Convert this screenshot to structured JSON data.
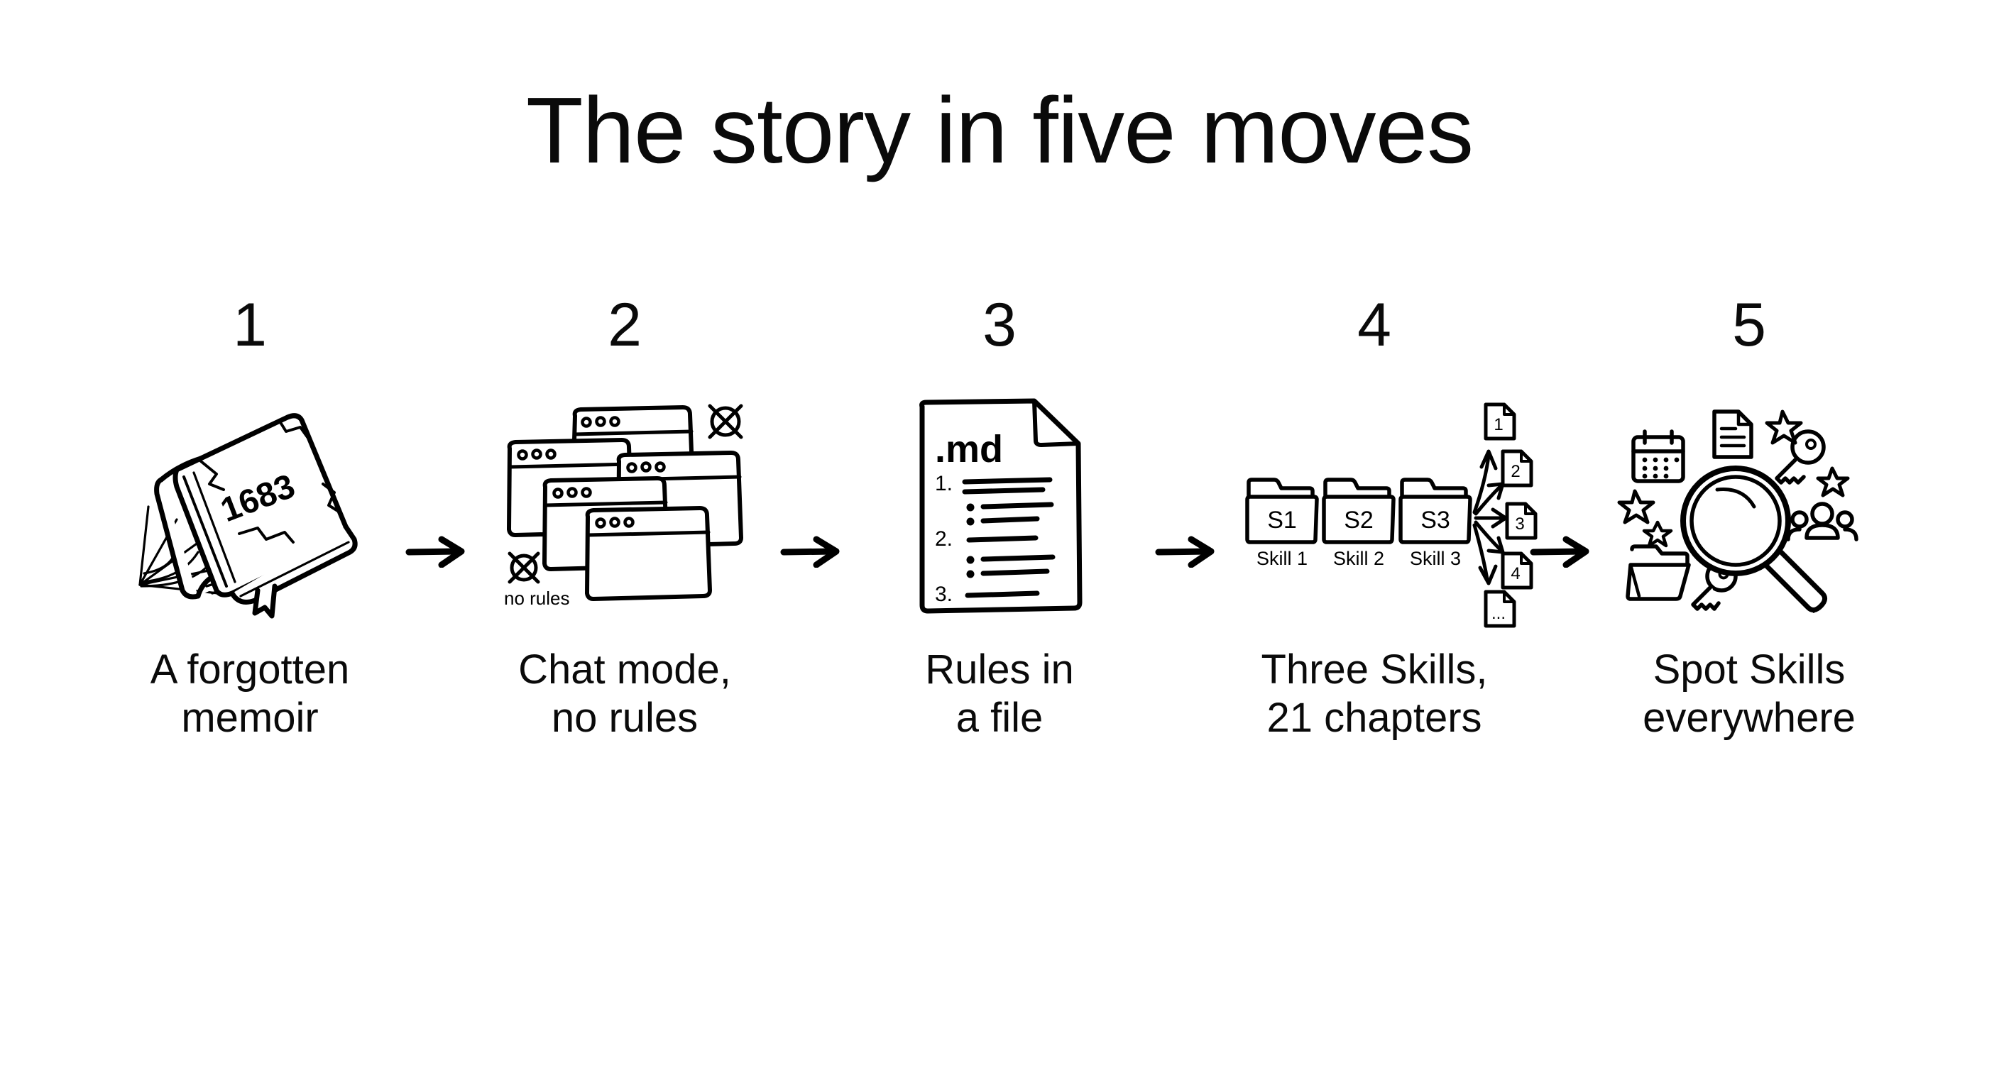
{
  "page": {
    "title": "The story in five moves",
    "background_color": "#ffffff",
    "ink_color": "#000000",
    "style": "hand-drawn black-and-white line art, five-step horizontal flow"
  },
  "flow": {
    "arrow_icon": "arrow-right-icon",
    "arrow_count": 4,
    "steps": [
      {
        "number": "1",
        "caption": "A forgotten\nmemoir",
        "art_name": "old-book-illustration",
        "art_elements": [
          "cracked closed book",
          "cobweb",
          "bookmark ribbon"
        ],
        "art_label": "1683"
      },
      {
        "number": "2",
        "caption": "Chat mode,\nno rules",
        "art_name": "chat-windows-illustration",
        "art_elements": [
          "five overlapping chat windows",
          "three title-bar dots each",
          "two crossed-circle no symbols"
        ],
        "art_label": "no rules",
        "window_count": 5,
        "no_symbol_count": 2
      },
      {
        "number": "3",
        "caption": "Rules in\na file",
        "art_name": "markdown-file-illustration",
        "art_label": ".md",
        "list_markers": [
          "1.",
          "2.",
          "3."
        ],
        "bullet_count": 4
      },
      {
        "number": "4",
        "caption": "Three Skills,\n21 chapters",
        "art_name": "skills-folders-illustration",
        "folders": [
          {
            "tag": "S1",
            "label": "Skill 1"
          },
          {
            "tag": "S2",
            "label": "Skill 2"
          },
          {
            "tag": "S3",
            "label": "Skill 3"
          }
        ],
        "documents": [
          "1",
          "2",
          "3",
          "4",
          "..."
        ]
      },
      {
        "number": "5",
        "caption": "Spot Skills\neverywhere",
        "art_name": "magnifier-icons-illustration",
        "art_elements": [
          "magnifying-glass-icon",
          "calendar-icon",
          "document-icon",
          "key-icon",
          "key-icon",
          "star-icon",
          "star-icon",
          "star-icon",
          "star-icon",
          "people-group-icon",
          "open-folder-icon"
        ]
      }
    ]
  }
}
